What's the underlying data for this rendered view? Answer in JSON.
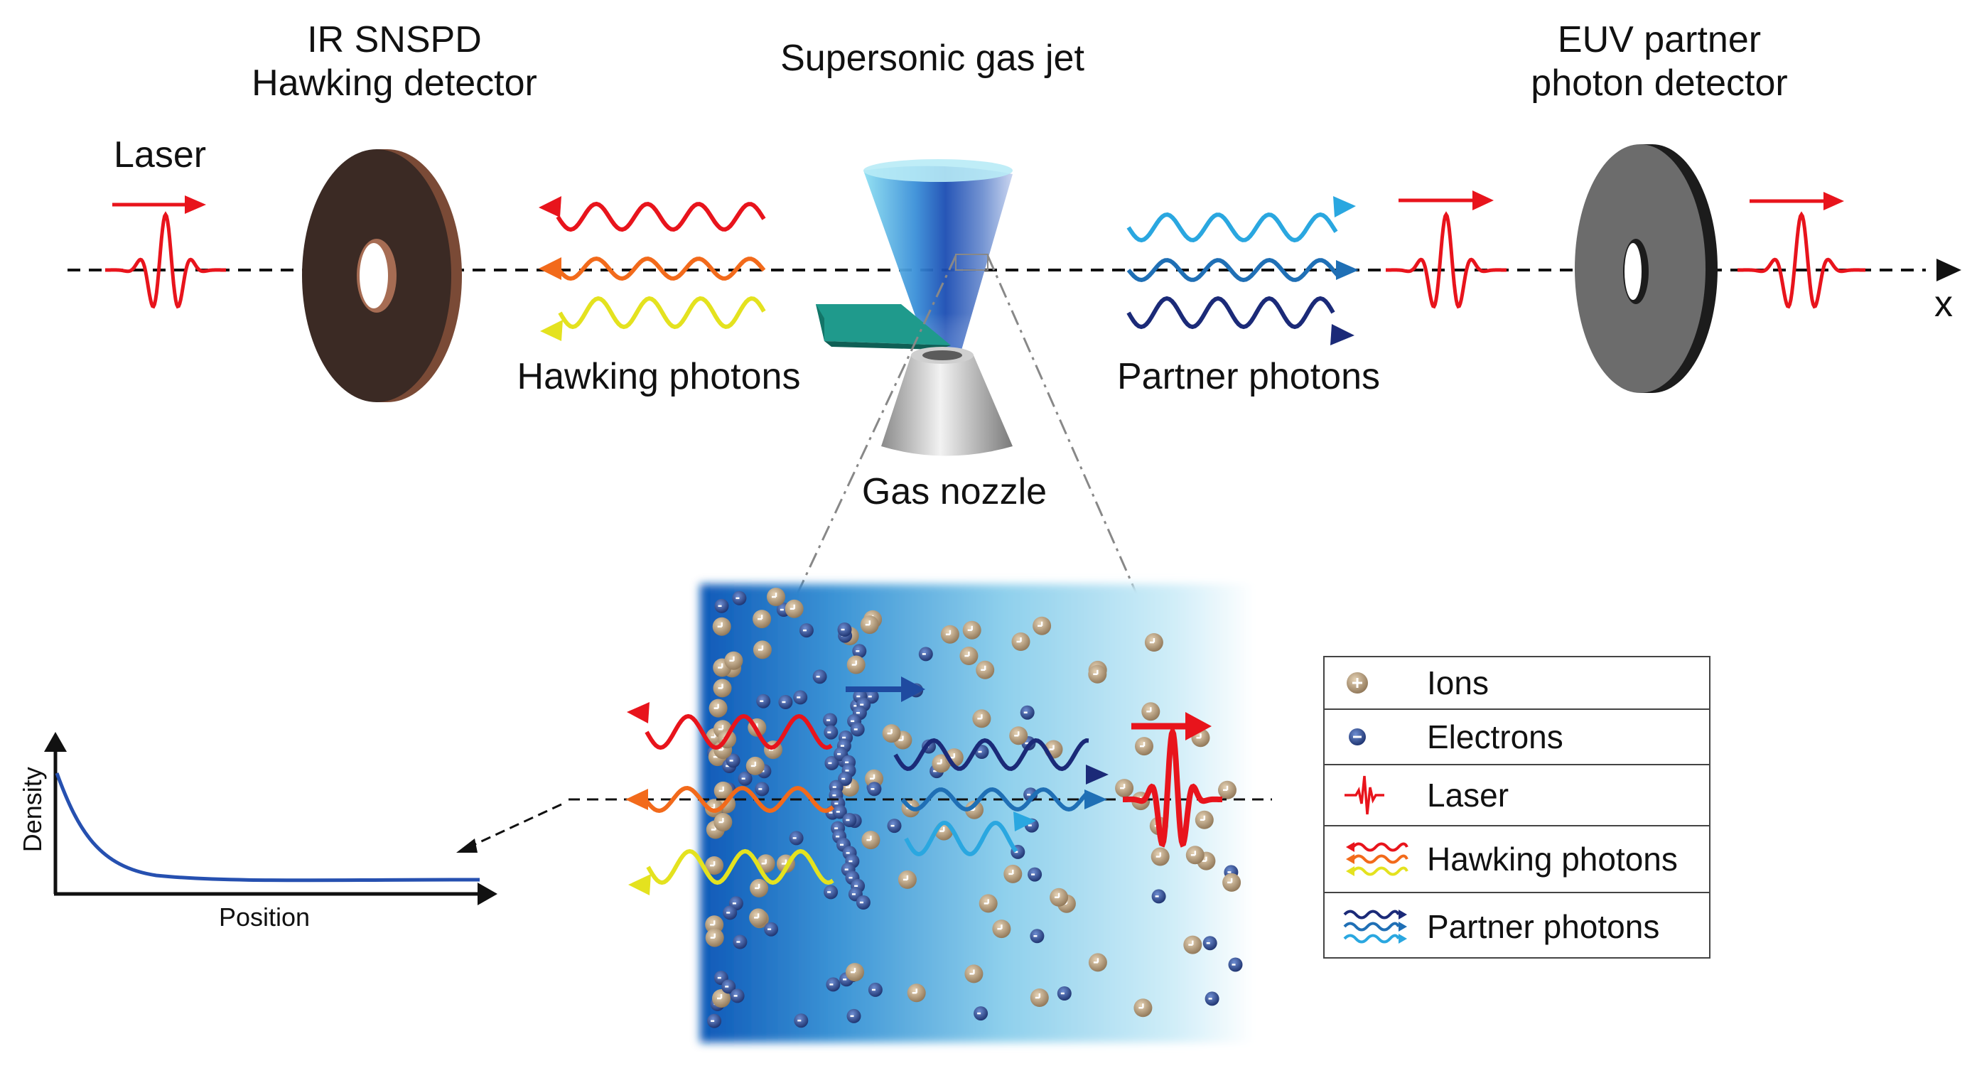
{
  "labels": {
    "laser": "Laser",
    "ir_detector_line1": "IR SNSPD",
    "ir_detector_line2": "Hawking detector",
    "gas_jet": "Supersonic gas jet",
    "euv_detector_line1": "EUV partner",
    "euv_detector_line2": "photon detector",
    "hawking_photons": "Hawking photons",
    "partner_photons": "Partner photons",
    "gas_nozzle": "Gas nozzle",
    "axis_x": "x"
  },
  "density_plot": {
    "ylabel": "Density",
    "xlabel": "Position",
    "curve": "exponential decay to constant"
  },
  "legend": {
    "items": [
      {
        "label": "Ions",
        "icon": "ion-icon"
      },
      {
        "label": "Electrons",
        "icon": "electron-icon"
      },
      {
        "label": "Laser",
        "icon": "laser-pulse-icon"
      },
      {
        "label": "Hawking photons",
        "icon": "hawking-wave-icon"
      },
      {
        "label": "Partner photons",
        "icon": "partner-wave-icon"
      }
    ]
  },
  "colors": {
    "laser": "#e8141c",
    "hawking_red": "#e8141c",
    "hawking_orange": "#f26a1b",
    "hawking_yellow": "#e4e21f",
    "partner_light": "#2aa7e0",
    "partner_mid": "#1f6fb5",
    "partner_dark": "#1b2a78",
    "ion": "#b49a78",
    "electron": "#2b4a8c",
    "ir_detector": "#4a3026",
    "euv_detector": "#6c6c6c",
    "plasma": "#7cc6e6"
  }
}
